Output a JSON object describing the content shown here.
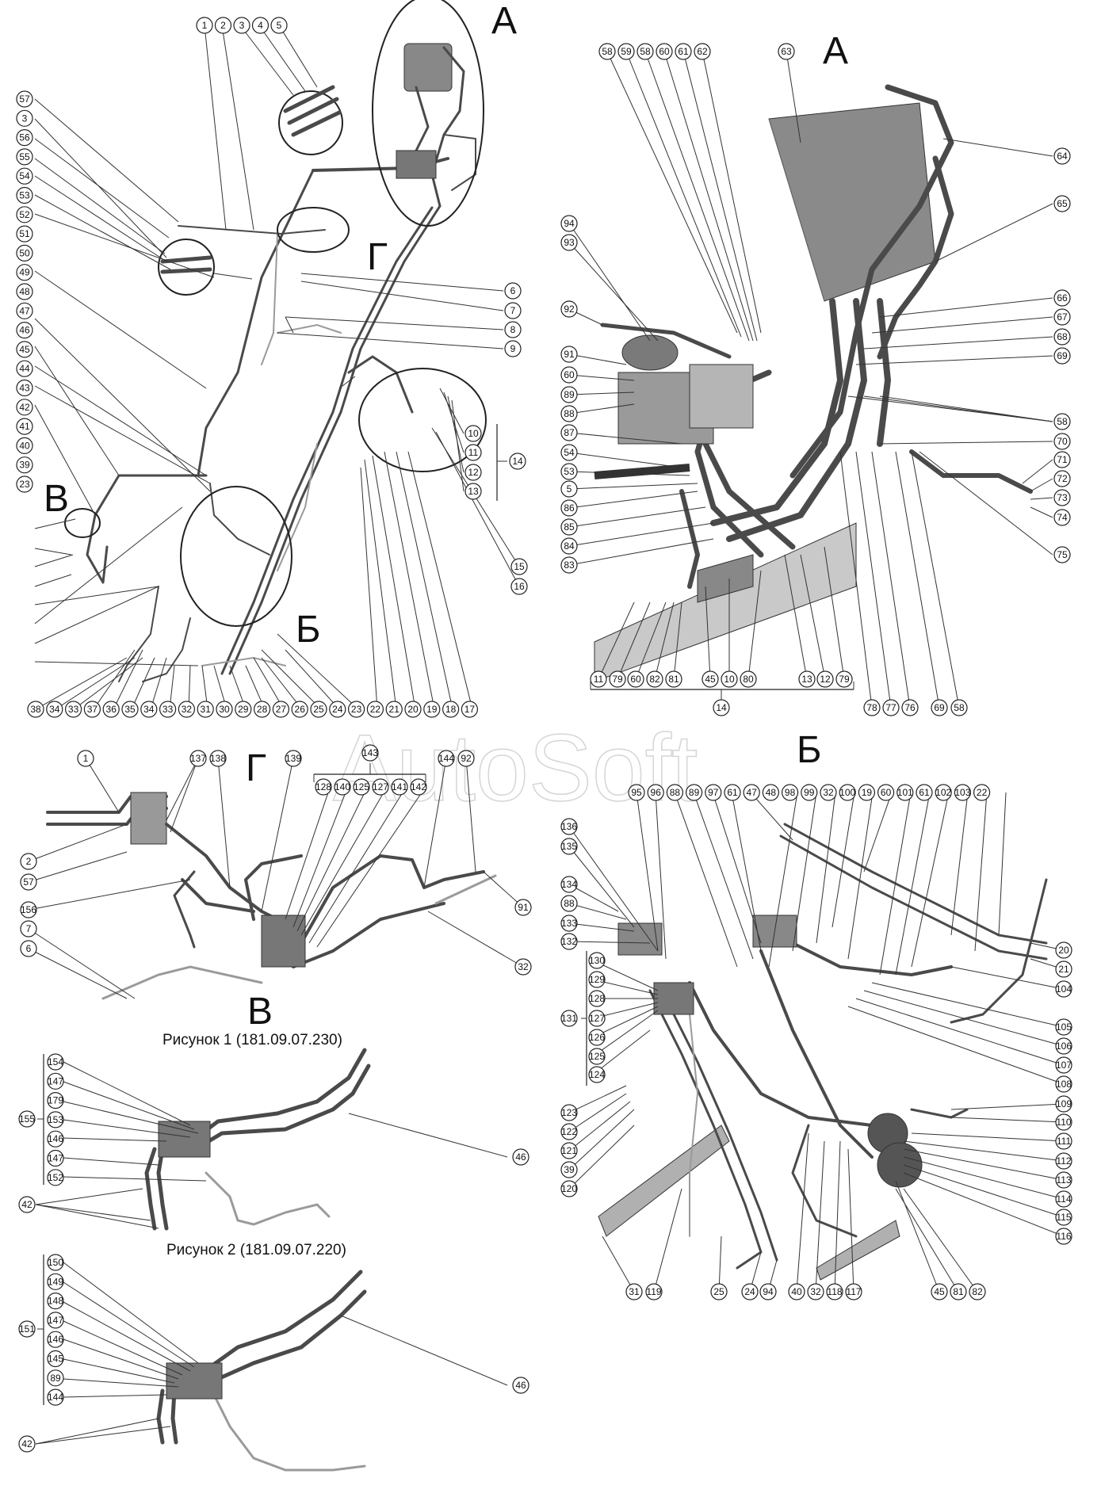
{
  "view_letters": {
    "a_main": "А",
    "a_detail": "А",
    "g_marker": "Г",
    "v_marker": "В",
    "b_marker": "Б",
    "g_detail": "Г",
    "v_detail": "В",
    "b_detail": "Б"
  },
  "captions": {
    "figure1": "Рисунок 1 (181.09.07.230)",
    "figure2": "Рисунок 2 (181.09.07.220)"
  },
  "watermark": "AutoSoft",
  "callouts_overview_top": [
    "1",
    "2",
    "3",
    "4",
    "5"
  ],
  "callouts_overview_left": [
    "57",
    "3",
    "56",
    "55",
    "54",
    "53",
    "52",
    "51",
    "50",
    "49",
    "48",
    "47",
    "46",
    "45",
    "44",
    "43",
    "42",
    "41",
    "40",
    "39",
    "23"
  ],
  "callouts_overview_right": [
    "6",
    "7",
    "8",
    "9",
    "10",
    "11",
    "12",
    "13",
    "14",
    "15",
    "16"
  ],
  "callouts_overview_bottom": [
    "38",
    "34",
    "33",
    "37",
    "36",
    "35",
    "34",
    "33",
    "32",
    "31",
    "30",
    "29",
    "28",
    "27",
    "26",
    "25",
    "24",
    "23",
    "22",
    "21",
    "20",
    "19",
    "18",
    "17"
  ],
  "callouts_a_top": [
    "58",
    "59",
    "58",
    "60",
    "61",
    "62",
    "63"
  ],
  "callouts_a_right": [
    "64",
    "65",
    "66",
    "67",
    "68",
    "69",
    "58",
    "70",
    "71",
    "72",
    "73",
    "74",
    "75"
  ],
  "callouts_a_left": [
    "94",
    "93",
    "92",
    "91",
    "60",
    "89",
    "88",
    "87",
    "54",
    "53",
    "5",
    "86",
    "85",
    "84",
    "83"
  ],
  "callouts_a_bottom": [
    "11",
    "79",
    "60",
    "82",
    "81",
    "45",
    "10",
    "80",
    "13",
    "12",
    "79",
    "78",
    "77",
    "76",
    "69",
    "58"
  ],
  "callout_a_group": "14",
  "callouts_g_top": [
    "1",
    "137",
    "138",
    "139",
    "143",
    "144",
    "92"
  ],
  "callouts_g_group": [
    "128",
    "140",
    "125",
    "127",
    "141",
    "142"
  ],
  "callouts_g_left": [
    "2",
    "57",
    "156",
    "7",
    "6"
  ],
  "callouts_g_right": [
    "91",
    "32"
  ],
  "callouts_v1": [
    "154",
    "147",
    "179",
    "153",
    "146",
    "147",
    "152"
  ],
  "callout_v1_group": "155",
  "callouts_v1_other": [
    "42",
    "46"
  ],
  "callouts_v2": [
    "150",
    "149",
    "148",
    "147",
    "146",
    "145",
    "89",
    "144"
  ],
  "callout_v2_group": "151",
  "callouts_v2_other": [
    "42",
    "46"
  ],
  "callouts_b_top": [
    "95",
    "96",
    "88",
    "89",
    "97",
    "61",
    "47",
    "48",
    "98",
    "99",
    "32",
    "100",
    "19",
    "60",
    "101",
    "61",
    "102",
    "103",
    "22"
  ],
  "callouts_b_left": [
    "136",
    "135",
    "134",
    "88",
    "133",
    "132",
    "130",
    "129",
    "128",
    "127",
    "126",
    "125",
    "124",
    "123",
    "122",
    "121",
    "39",
    "120"
  ],
  "callout_b_group": "131",
  "callouts_b_right": [
    "20",
    "21",
    "104",
    "105",
    "106",
    "107",
    "108",
    "109",
    "110",
    "111",
    "112",
    "113",
    "114",
    "115",
    "116"
  ],
  "callouts_b_bottom": [
    "31",
    "119",
    "25",
    "24",
    "94",
    "40",
    "32",
    "118",
    "117",
    "45",
    "81",
    "82"
  ]
}
